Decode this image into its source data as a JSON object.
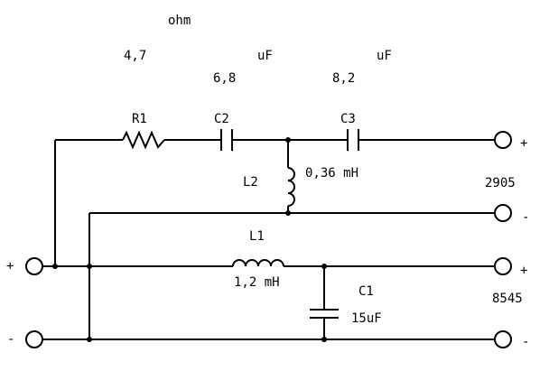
{
  "labels": {
    "r1_unit": "ohm",
    "r1_value": "4,7",
    "c2_value": "6,8",
    "c2_unit": "uF",
    "c3_value": "8,2",
    "c3_unit": "uF",
    "r1": "R1",
    "c2": "C2",
    "c3": "C3",
    "l2": "L2",
    "l2_value": "0,36 mH",
    "l1": "L1",
    "l1_value": "1,2 mH",
    "c1": "C1",
    "c1_value": "15uF",
    "tweeter": "2905",
    "woofer": "8545",
    "plus": "+",
    "minus": "-"
  }
}
